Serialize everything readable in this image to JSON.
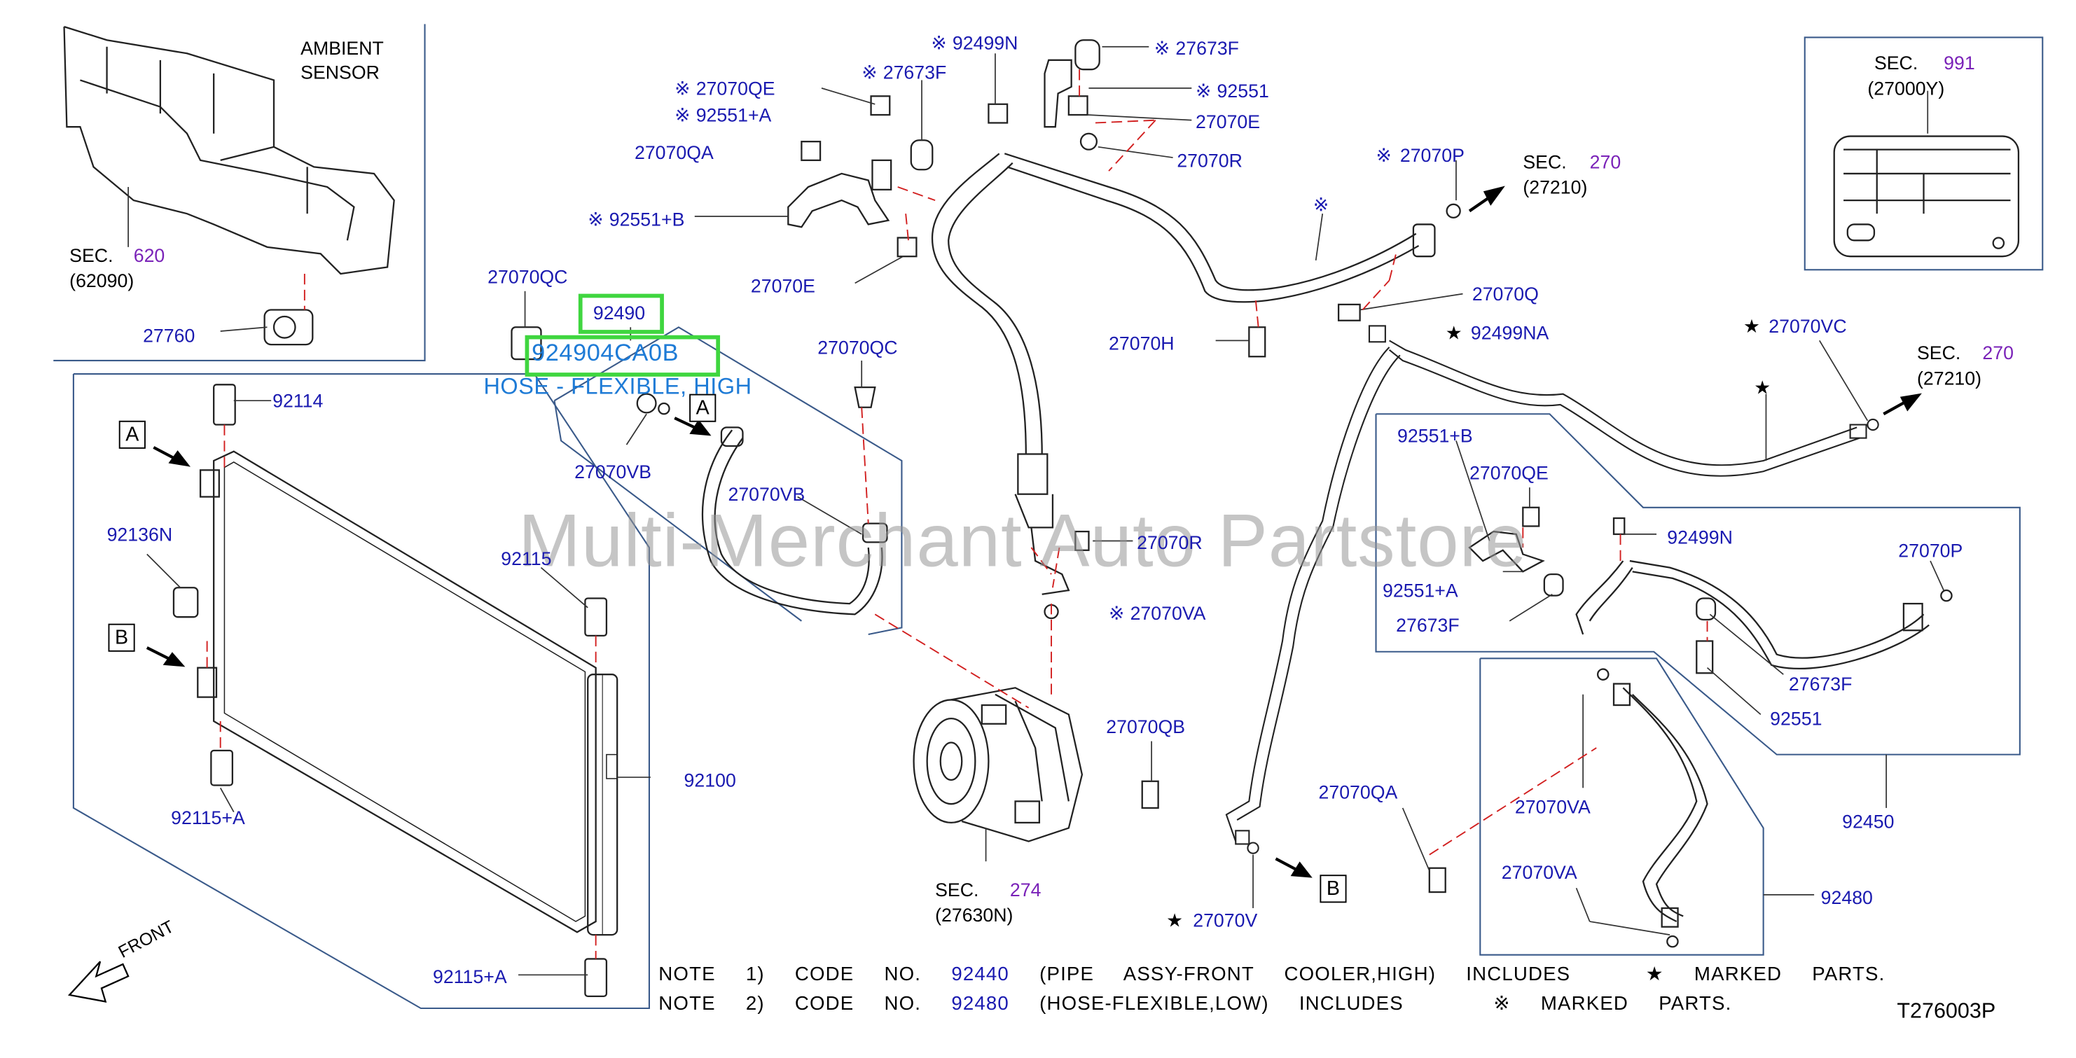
{
  "diagram_code": "T276003P",
  "watermark": "Multi-Merchant Auto Partstore",
  "highlight": {
    "part": "92490",
    "part_number": "924904CA0B",
    "description": "HOSE - FLEXIBLE, HIGH"
  },
  "ambient": {
    "title1": "AMBIENT",
    "title2": "SENSOR",
    "sec_word": "SEC.",
    "sec_num": "620",
    "sec_ref": "(62090)",
    "part": "27760"
  },
  "sec991": {
    "sec_word": "SEC.",
    "sec_num": "991",
    "sec_ref": "(27000Y)"
  },
  "sec270a": {
    "sec_word": "SEC.",
    "sec_num": "270",
    "sec_ref": "(27210)"
  },
  "sec270b": {
    "sec_word": "SEC.",
    "sec_num": "270",
    "sec_ref": "(27210)"
  },
  "sec274": {
    "sec_word": "SEC.",
    "sec_num": "274",
    "sec_ref": "(27630N)"
  },
  "callouts": {
    "c92114": "92114",
    "c92136N": "92136N",
    "c92115": "92115",
    "c92115A1": "92115+A",
    "c92115A2": "92115+A",
    "c92100": "92100",
    "c27070QC1": "27070QC",
    "c27070VB1": "27070VB",
    "c27070QC2": "27070QC",
    "c27070VB2": "27070VB",
    "c27070QE": "27070QE",
    "c92551A": "92551+A",
    "c27673F1": "27673F",
    "c27070QA": "27070QA",
    "c92551B": "92551+B",
    "c27070E1": "27070E",
    "c92499N1": "92499N",
    "c27673F2": "27673F",
    "c92551": "92551",
    "c27070E2": "27070E",
    "c27070R1": "27070R",
    "c27070H": "27070H",
    "c27070R2": "27070R",
    "c27070VA1": "27070VA",
    "c27070P1": "27070P",
    "c27070Q": "27070Q",
    "c92499NA": "92499NA",
    "c27070VC": "27070VC",
    "c27070QB": "27070QB",
    "c27070V": "27070V",
    "c27070QA2": "27070QA",
    "c92551B2": "92551+B",
    "c27070QE2": "27070QE",
    "c92499N2": "92499N",
    "c27070P2": "27070P",
    "c92551A2": "92551+A",
    "c27673F3": "27673F",
    "c27673F4": "27673F",
    "c92551b": "92551",
    "c92450": "92450",
    "c27070VA2": "27070VA",
    "c27070VA3": "27070VA",
    "c92480": "92480"
  },
  "symbols": {
    "note_mark": "※",
    "star_mark": "★"
  },
  "markers": {
    "A": "A",
    "B": "B"
  },
  "front": "FRONT",
  "notes": [
    {
      "prefix": "NOTE 1) CODE NO.",
      "code": "92440",
      "text": "(PIPE ASSY-FRONT COOLER,HIGH) INCLUDES",
      "mark": "★",
      "tail": "MARKED PARTS."
    },
    {
      "prefix": "NOTE 2) CODE NO.",
      "code": "92480",
      "text": "(HOSE-FLEXIBLE,LOW) INCLUDES",
      "mark": "※",
      "tail": "MARKED PARTS."
    }
  ],
  "colors": {
    "callout": "#1a1ab0",
    "sec_number": "#7a22b8",
    "highlight": "#3fd63f",
    "tooltip": "#1e7bd6",
    "leader_dash": "#d22020"
  }
}
